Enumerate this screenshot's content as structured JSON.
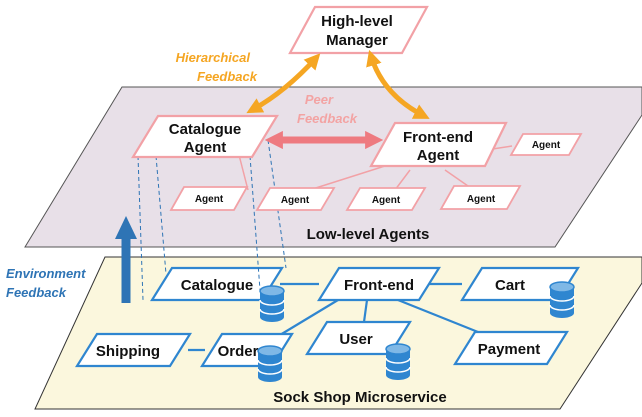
{
  "manager": {
    "label_line1": "High-level",
    "label_line2": "Manager"
  },
  "feedback": {
    "hierarchical_line1": "Hierarchical",
    "hierarchical_line2": "Feedback",
    "peer_line1": "Peer",
    "peer_line2": "Feedback",
    "environment_line1": "Environment",
    "environment_line2": "Feedback"
  },
  "agents_layer": {
    "title": "Low-level Agents",
    "catalogue_agent_line1": "Catalogue",
    "catalogue_agent_line2": "Agent",
    "frontend_agent_line1": "Front-end",
    "frontend_agent_line2": "Agent",
    "small_agent_label": "Agent"
  },
  "microservice_layer": {
    "title": "Sock Shop Microservice",
    "services": {
      "catalogue": "Catalogue",
      "frontend": "Front-end",
      "cart": "Cart",
      "shipping": "Shipping",
      "order": "Order",
      "user": "User",
      "payment": "Payment"
    }
  },
  "colors": {
    "agents_plane_fill": "#e3d9e3",
    "micro_plane_fill": "#fbf7dd",
    "pink_border": "#f2a1a6",
    "orange_arrow": "#f5a623",
    "orange_text": "#f5a623",
    "peer_arrow": "#ee7a80",
    "peer_text": "#f3a3a3",
    "blue_border": "#2f86d0",
    "env_arrow": "#2e74b5",
    "env_text": "#2e74b5",
    "db_fill": "#2f86d0"
  }
}
